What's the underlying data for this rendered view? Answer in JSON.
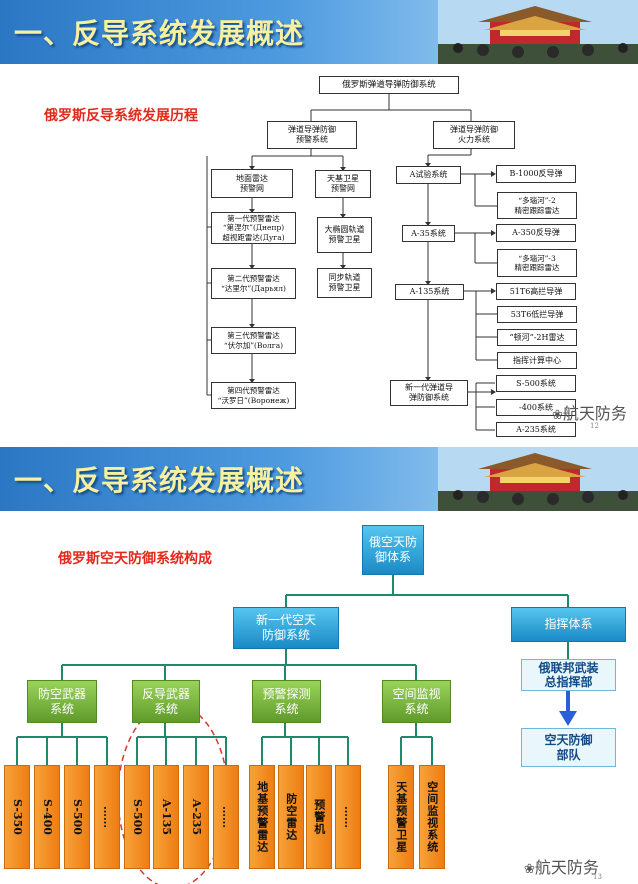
{
  "slide1": {
    "banner_title": "一、反导系统发展概述",
    "section_title": "俄罗斯反导系统发展历程",
    "nodes": {
      "root": "俄罗斯弹道导弹防御系统",
      "warn": "弹道导弹防御\n预警系统",
      "fire": "弹道导弹防御\n火力系统",
      "radar_net": "地面雷达\n预警网",
      "sat_net": "天基卫星\n预警网",
      "r1": "第一代预警雷达\n“第涅尔”(Днепр)\n超视距雷达(Дуга)",
      "r2": "第二代预警雷达\n“达里尔”(Дарьял)",
      "r3": "第三代预警雷达\n“伏尔加”(Волга)",
      "r4": "第四代预警雷达\n“沃罗日”(Воронеж)",
      "sat1": "大椭圆轨道\n预警卫星",
      "sat2": "同步轨道\n预警卫星",
      "a_test": "A试验系统",
      "a35": "A-35系统",
      "a135": "A-135系统",
      "newgen": "新一代弹道导\n弹防御系统",
      "b1000": "B-1000反导弹",
      "dunai2": "“多瑙河”-2\n精密跟踪雷达",
      "a350": "A-350反导弹",
      "dunai3": "“多瑙河”-3\n精密跟踪雷达",
      "m51t6": "51T6高拦导弹",
      "m53t6": "53T6低拦导弹",
      "dunai2n": "“顿河”-2H雷达",
      "cmd": "指挥计算中心",
      "s500": "S-500系统",
      "s400": "-400系统",
      "a235": "A-235系统"
    },
    "watermark": "航天防务",
    "page_number": "12"
  },
  "slide2": {
    "banner_title": "一、反导系统发展概述",
    "section_title": "俄罗斯空天防御系统构成",
    "root": "俄空天防\n御体系",
    "new_gen": "新一代空天\n防御系统",
    "command": "指挥体系",
    "hq": "俄联邦武装\n总指挥部",
    "space_def": "空天防御\n部队",
    "groups": [
      "防空武器\n系统",
      "反导武器\n系统",
      "预警探测\n系统",
      "空间监视\n系统"
    ],
    "air_defense": [
      "S-350",
      "S-400",
      "S-500",
      "……"
    ],
    "missile_defense": [
      "S-500",
      "A-135",
      "A-235",
      "……"
    ],
    "early_warning": [
      "地基预警雷达",
      "防空雷达",
      "预警机",
      "……"
    ],
    "space_watch": [
      "天基预警卫星",
      "空间监视系统"
    ],
    "watermark": "航天防务",
    "page_number": "13"
  }
}
